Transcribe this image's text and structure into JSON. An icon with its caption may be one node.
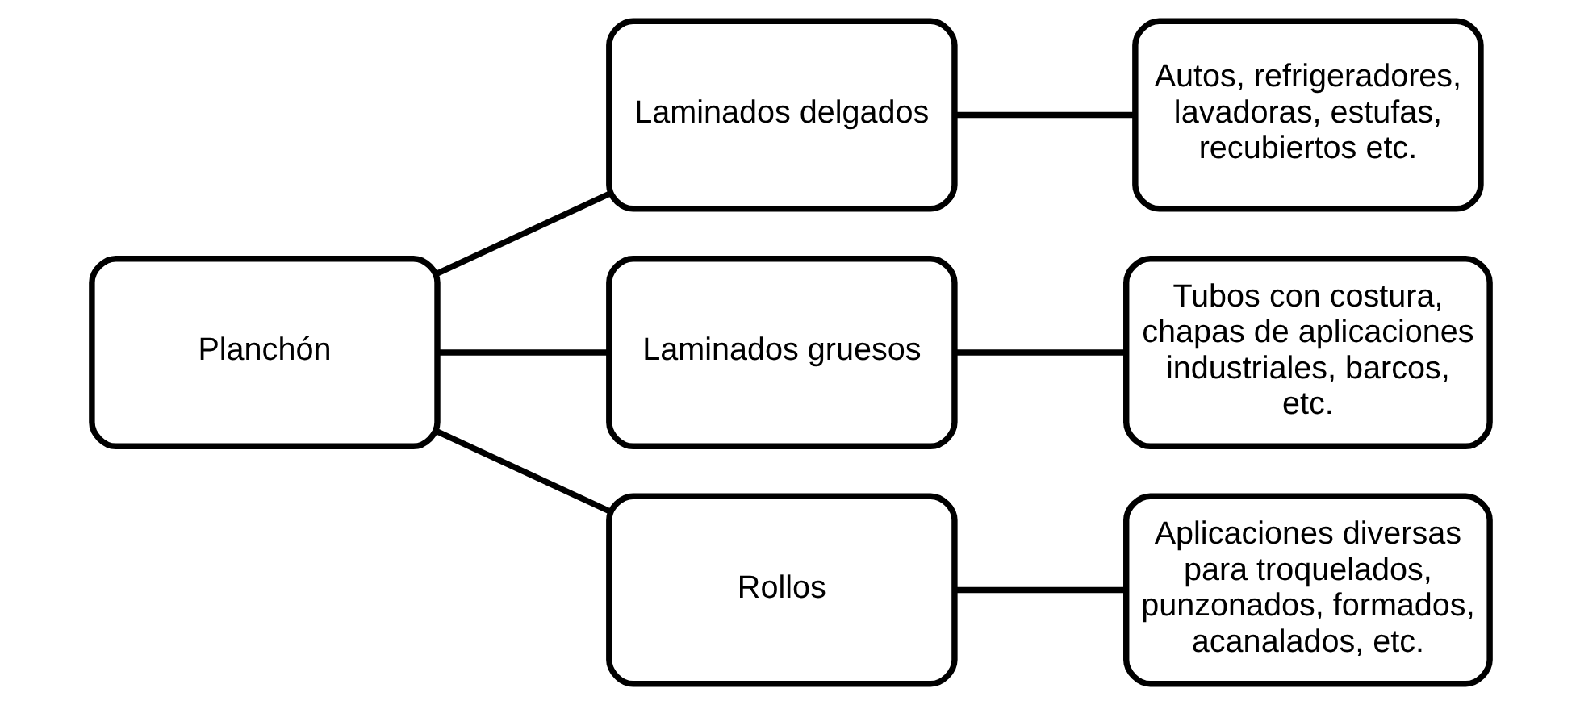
{
  "diagram": {
    "nodes": [
      {
        "text": [
          "Planchón"
        ]
      },
      {
        "text": [
          "Laminados delgados"
        ]
      },
      {
        "text": [
          "Autos, refrigeradores, lavadoras, estufas, recubiertos etc."
        ]
      },
      {
        "text": [
          "Laminados gruesos"
        ]
      },
      {
        "text": [
          "Tubos con costura, chapas de aplicaciones industriales, barcos, etc."
        ]
      },
      {
        "text": [
          "Rollos"
        ]
      },
      {
        "text": [
          "Aplicaciones diversas para troquelados, punzonados, formados, acanalados, etc."
        ]
      }
    ],
    "edges": [
      {
        "from": 0,
        "to": 1,
        "arrow": "none"
      },
      {
        "from": 0,
        "to": 3,
        "arrow": "none"
      },
      {
        "from": 0,
        "to": 5,
        "arrow": "none"
      },
      {
        "from": 1,
        "to": 2,
        "arrow": "none"
      },
      {
        "from": 3,
        "to": 4,
        "arrow": "none"
      },
      {
        "from": 5,
        "to": 6,
        "arrow": "none"
      }
    ]
  }
}
